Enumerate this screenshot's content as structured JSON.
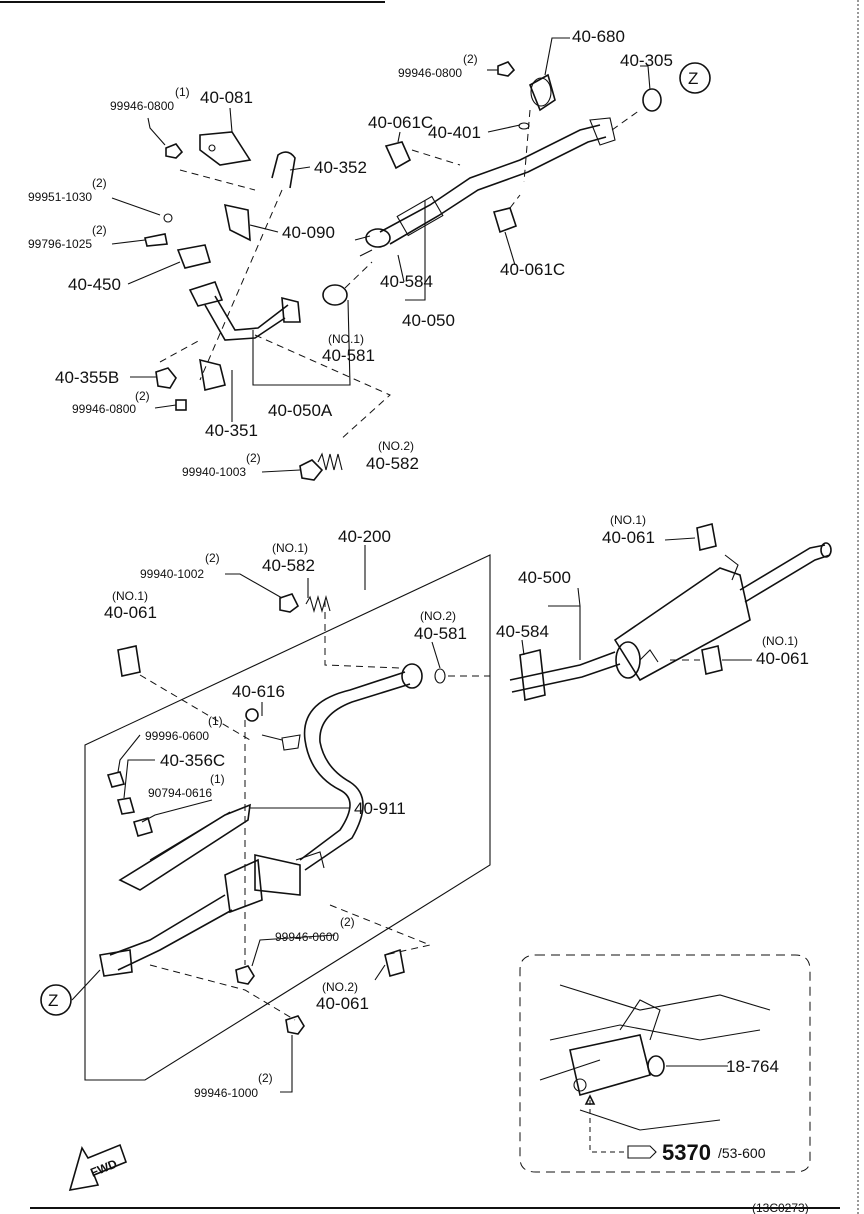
{
  "labels": {
    "p1": "40-680",
    "q1": "(2)",
    "c1": "99946-0800",
    "p2": "40-305",
    "z1": "Z",
    "p3": "40-081",
    "q2": "(1)",
    "c2": "99946-0800",
    "p4": "40-061C",
    "p5": "40-401",
    "p6": "40-352",
    "q3": "(2)",
    "c3": "99951-1030",
    "p7": "40-090",
    "q4": "(2)",
    "c4": "99796-1025",
    "p8": "40-450",
    "p9": "40-584",
    "p10": "40-061C",
    "p11": "40-050",
    "q5": "(NO.1)",
    "p12": "40-581",
    "p13": "40-355B",
    "q6": "(2)",
    "c5": "99946-0800",
    "p14": "40-351",
    "p15": "40-050A",
    "q7": "(NO.2)",
    "q8": "(2)",
    "c6": "99940-1003",
    "p16": "40-582",
    "p17": "40-200",
    "q9": "(NO.1)",
    "p18": "40-061",
    "q10": "(2)",
    "c7": "99940-1002",
    "q11": "(NO.1)",
    "p19": "40-582",
    "p20": "40-500",
    "q12": "(NO.1)",
    "p21": "40-061",
    "q13": "(NO.2)",
    "p22": "40-581",
    "p23": "40-584",
    "q14": "(NO.1)",
    "p24": "40-061",
    "p25": "40-616",
    "q15": "(1)",
    "c8": "99996-0600",
    "p26": "40-356C",
    "q16": "(1)",
    "c9": "90794-0616",
    "p27": "40-911",
    "q17": "(2)",
    "c10": "99946-0600",
    "z2": "Z",
    "q18": "(NO.2)",
    "p28": "40-061",
    "q19": "(2)",
    "c11": "99946-1000",
    "p29": "18-764",
    "ref_big": "5370",
    "ref_small": "/53-600",
    "fwd": "FWD",
    "footer": "(13C0273)"
  }
}
